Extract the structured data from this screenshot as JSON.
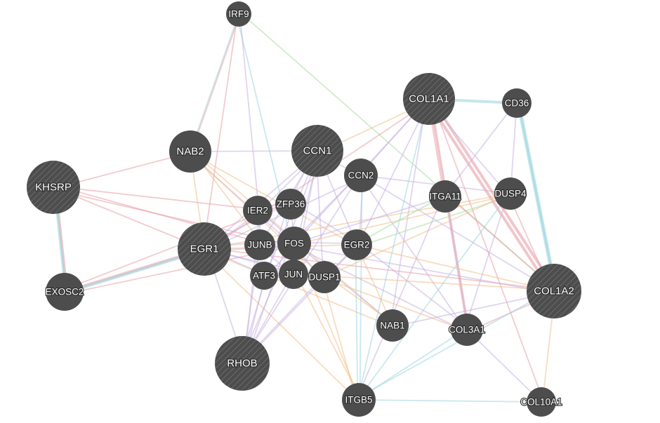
{
  "network": {
    "edge_colors": [
      "#e8a0a8",
      "#c6b3e0",
      "#f2c08a",
      "#9fd6e0",
      "#a8dca0"
    ],
    "nodes": [
      {
        "id": "IRF9",
        "label": "IRF9",
        "query": false
      },
      {
        "id": "COL1A1",
        "label": "COL1A1",
        "query": true
      },
      {
        "id": "CD36",
        "label": "CD36",
        "query": false
      },
      {
        "id": "NAB2",
        "label": "NAB2",
        "query": false
      },
      {
        "id": "CCN1",
        "label": "CCN1",
        "query": true
      },
      {
        "id": "CCN2",
        "label": "CCN2",
        "query": false
      },
      {
        "id": "KHSRP",
        "label": "KHSRP",
        "query": true
      },
      {
        "id": "ITGA11",
        "label": "ITGA11",
        "query": false
      },
      {
        "id": "DUSP4",
        "label": "DUSP4",
        "query": false
      },
      {
        "id": "ZFP36",
        "label": "ZFP36",
        "query": false
      },
      {
        "id": "IER2",
        "label": "IER2",
        "query": false
      },
      {
        "id": "EGR1",
        "label": "EGR1",
        "query": true
      },
      {
        "id": "JUNB",
        "label": "JUNB",
        "query": false
      },
      {
        "id": "FOS",
        "label": "FOS",
        "query": false
      },
      {
        "id": "EGR2",
        "label": "EGR2",
        "query": false
      },
      {
        "id": "ATF3",
        "label": "ATF3",
        "query": false
      },
      {
        "id": "JUN",
        "label": "JUN",
        "query": false
      },
      {
        "id": "DUSP1",
        "label": "DUSP1",
        "query": false
      },
      {
        "id": "EXOSC2",
        "label": "EXOSC2",
        "query": false
      },
      {
        "id": "COL1A2",
        "label": "COL1A2",
        "query": true
      },
      {
        "id": "NAB1",
        "label": "NAB1",
        "query": false
      },
      {
        "id": "COL3A1",
        "label": "COL3A1",
        "query": false
      },
      {
        "id": "RHOB",
        "label": "RHOB",
        "query": true
      },
      {
        "id": "ITGB5",
        "label": "ITGB5",
        "query": false
      },
      {
        "id": "COL10A1",
        "label": "COL10A1",
        "query": false
      }
    ],
    "edges": [
      [
        "KHSRP",
        "EXOSC2",
        0
      ],
      [
        "KHSRP",
        "EXOSC2",
        3
      ],
      [
        "KHSRP",
        "EGR1",
        0
      ],
      [
        "KHSRP",
        "NAB2",
        0
      ],
      [
        "KHSRP",
        "FOS",
        0
      ],
      [
        "KHSRP",
        "JUNB",
        0
      ],
      [
        "KHSRP",
        "IER2",
        0
      ],
      [
        "EXOSC2",
        "EGR1",
        0
      ],
      [
        "EXOSC2",
        "EGR1",
        3
      ],
      [
        "EXOSC2",
        "FOS",
        0
      ],
      [
        "EXOSC2",
        "ZFP36",
        0
      ],
      [
        "IRF9",
        "NAB2",
        0
      ],
      [
        "IRF9",
        "NAB2",
        3
      ],
      [
        "IRF9",
        "EGR1",
        0
      ],
      [
        "IRF9",
        "FOS",
        3
      ],
      [
        "IRF9",
        "COL1A2",
        4
      ],
      [
        "IRF9",
        "IER2",
        1
      ],
      [
        "NAB2",
        "EGR1",
        2
      ],
      [
        "NAB2",
        "EGR2",
        2
      ],
      [
        "NAB2",
        "FOS",
        1
      ],
      [
        "NAB2",
        "JUNB",
        2
      ],
      [
        "NAB2",
        "NAB1",
        2
      ],
      [
        "NAB2",
        "CCN1",
        1
      ],
      [
        "NAB2",
        "DUSP1",
        2
      ],
      [
        "EGR1",
        "FOS",
        1
      ],
      [
        "EGR1",
        "JUNB",
        1
      ],
      [
        "EGR1",
        "JUN",
        1
      ],
      [
        "EGR1",
        "EGR2",
        2
      ],
      [
        "EGR1",
        "NAB1",
        2
      ],
      [
        "EGR1",
        "IER2",
        1
      ],
      [
        "EGR1",
        "ZFP36",
        1
      ],
      [
        "EGR1",
        "ATF3",
        1
      ],
      [
        "EGR1",
        "DUSP1",
        1
      ],
      [
        "EGR1",
        "CCN1",
        1
      ],
      [
        "EGR1",
        "CCN2",
        1
      ],
      [
        "EGR1",
        "RHOB",
        1
      ],
      [
        "EGR1",
        "COL1A2",
        0
      ],
      [
        "EGR1",
        "DUSP4",
        2
      ],
      [
        "EGR1",
        "ITGB5",
        2
      ],
      [
        "EGR1",
        "COL1A1",
        0
      ],
      [
        "CCN1",
        "FOS",
        1
      ],
      [
        "CCN1",
        "JUN",
        1
      ],
      [
        "CCN1",
        "EGR2",
        1
      ],
      [
        "CCN1",
        "CCN2",
        1
      ],
      [
        "CCN1",
        "ZFP36",
        1
      ],
      [
        "CCN1",
        "IER2",
        1
      ],
      [
        "CCN1",
        "ATF3",
        1
      ],
      [
        "CCN1",
        "JUNB",
        1
      ],
      [
        "CCN1",
        "DUSP1",
        1
      ],
      [
        "CCN1",
        "COL1A1",
        2
      ],
      [
        "CCN1",
        "RHOB",
        1
      ],
      [
        "CCN2",
        "COL1A1",
        1
      ],
      [
        "CCN2",
        "COL1A2",
        1
      ],
      [
        "CCN2",
        "COL3A1",
        1
      ],
      [
        "CCN2",
        "FOS",
        1
      ],
      [
        "CCN2",
        "EGR2",
        1
      ],
      [
        "CCN2",
        "ITGB5",
        3
      ],
      [
        "CCN2",
        "DUSP4",
        1
      ],
      [
        "CCN2",
        "RHOB",
        1
      ],
      [
        "COL1A1",
        "COL1A2",
        0
      ],
      [
        "COL1A1",
        "COL1A2",
        0
      ],
      [
        "COL1A1",
        "COL3A1",
        0
      ],
      [
        "COL1A1",
        "CD36",
        3
      ],
      [
        "COL1A1",
        "ITGA11",
        0
      ],
      [
        "COL1A1",
        "DUSP4",
        1
      ],
      [
        "COL1A1",
        "COL10A1",
        0
      ],
      [
        "COL1A1",
        "EGR2",
        1
      ],
      [
        "COL1A1",
        "FOS",
        1
      ],
      [
        "COL1A1",
        "ITGB5",
        3
      ],
      [
        "COL1A1",
        "NAB1",
        1
      ],
      [
        "CD36",
        "COL1A2",
        3
      ],
      [
        "CD36",
        "COL1A2",
        3
      ],
      [
        "CD36",
        "DUSP4",
        1
      ],
      [
        "CD36",
        "ITGA11",
        1
      ],
      [
        "DUSP4",
        "COL1A2",
        0
      ],
      [
        "DUSP4",
        "EGR2",
        4
      ],
      [
        "DUSP4",
        "FOS",
        2
      ],
      [
        "DUSP4",
        "DUSP1",
        2
      ],
      [
        "DUSP4",
        "ITGB5",
        3
      ],
      [
        "DUSP4",
        "COL3A1",
        1
      ],
      [
        "ITGA11",
        "COL1A2",
        0
      ],
      [
        "ITGA11",
        "COL3A1",
        1
      ],
      [
        "ITGA11",
        "FOS",
        1
      ],
      [
        "ITGA11",
        "EGR2",
        4
      ],
      [
        "ITGA11",
        "ITGB5",
        1
      ],
      [
        "COL1A2",
        "COL3A1",
        0
      ],
      [
        "COL1A2",
        "COL10A1",
        2
      ],
      [
        "COL1A2",
        "EGR2",
        2
      ],
      [
        "COL1A2",
        "DUSP1",
        2
      ],
      [
        "COL1A2",
        "ITGB5",
        3
      ],
      [
        "COL1A2",
        "FOS",
        1
      ],
      [
        "COL1A2",
        "NAB1",
        1
      ],
      [
        "COL3A1",
        "COL10A1",
        1
      ],
      [
        "COL3A1",
        "ITGB5",
        3
      ],
      [
        "COL3A1",
        "EGR2",
        1
      ],
      [
        "COL3A1",
        "FOS",
        1
      ],
      [
        "COL3A1",
        "DUSP1",
        2
      ],
      [
        "ITGB5",
        "COL10A1",
        3
      ],
      [
        "ITGB5",
        "FOS",
        2
      ],
      [
        "ITGB5",
        "JUN",
        2
      ],
      [
        "ITGB5",
        "DUSP1",
        2
      ],
      [
        "ITGB5",
        "EGR2",
        3
      ],
      [
        "NAB1",
        "EGR2",
        2
      ],
      [
        "NAB1",
        "FOS",
        1
      ],
      [
        "NAB1",
        "DUSP1",
        2
      ],
      [
        "RHOB",
        "FOS",
        1
      ],
      [
        "RHOB",
        "JUN",
        1
      ],
      [
        "RHOB",
        "JUNB",
        1
      ],
      [
        "RHOB",
        "ATF3",
        1
      ],
      [
        "RHOB",
        "IER2",
        1
      ],
      [
        "RHOB",
        "ZFP36",
        1
      ],
      [
        "RHOB",
        "DUSP1",
        1
      ],
      [
        "RHOB",
        "EGR2",
        1
      ],
      [
        "FOS",
        "JUN",
        1
      ],
      [
        "FOS",
        "JUNB",
        1
      ],
      [
        "FOS",
        "ATF3",
        1
      ],
      [
        "FOS",
        "EGR2",
        1
      ],
      [
        "FOS",
        "ZFP36",
        1
      ],
      [
        "FOS",
        "IER2",
        1
      ],
      [
        "FOS",
        "DUSP1",
        1
      ],
      [
        "JUN",
        "ATF3",
        1
      ],
      [
        "JUN",
        "JUNB",
        1
      ],
      [
        "JUN",
        "DUSP1",
        1
      ],
      [
        "JUNB",
        "IER2",
        1
      ],
      [
        "ZFP36",
        "IER2",
        1
      ],
      [
        "ZFP36",
        "EGR2",
        1
      ],
      [
        "EGR2",
        "DUSP1",
        1
      ],
      [
        "ATF3",
        "DUSP1",
        1
      ]
    ]
  }
}
